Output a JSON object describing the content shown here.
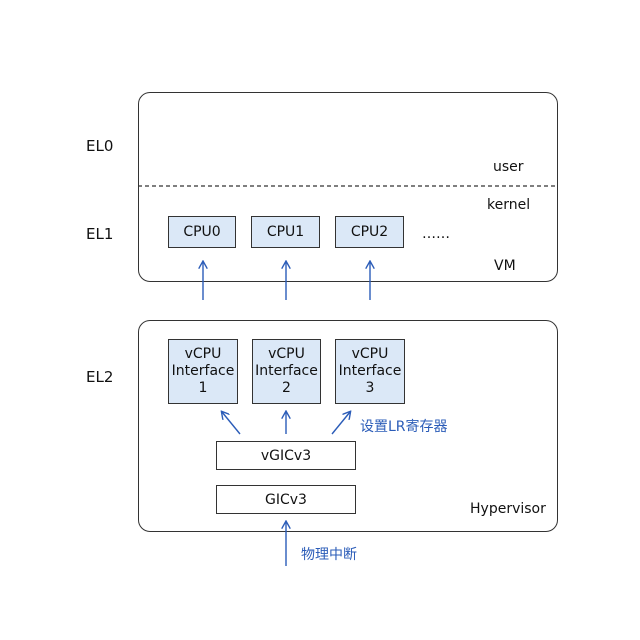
{
  "levels": {
    "el0": "EL0",
    "el1": "EL1",
    "el2": "EL2"
  },
  "vm": {
    "user_label": "user",
    "kernel_label": "kernel",
    "vm_label": "VM",
    "cpus": [
      "CPU0",
      "CPU1",
      "CPU2"
    ],
    "ellipsis": "……"
  },
  "hypervisor": {
    "label": "Hypervisor",
    "vcpu_interfaces": [
      {
        "line1": "vCPU",
        "line2": "Interface",
        "line3": "1"
      },
      {
        "line1": "vCPU",
        "line2": "Interface",
        "line3": "2"
      },
      {
        "line1": "vCPU",
        "line2": "Interface",
        "line3": "3"
      }
    ],
    "vgic": "vGICv3",
    "gic": "GICv3",
    "set_lr_label": "设置LR寄存器"
  },
  "physical_interrupt_label": "物理中断",
  "colors": {
    "box_fill": "#dbe8f7",
    "arrow": "#2b5cb8",
    "border": "#333333"
  }
}
